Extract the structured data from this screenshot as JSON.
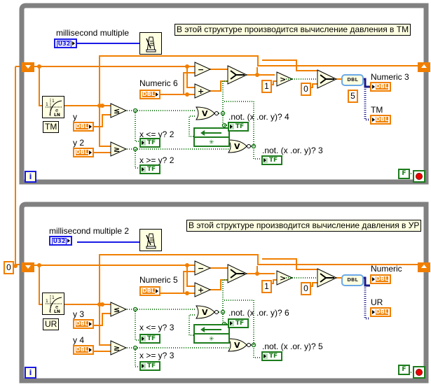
{
  "loops": [
    {
      "comment": "В этой структуре производится вычисление давления в ТМ",
      "wait_control_label": "millisecond multiple",
      "wait_control_type": "U32",
      "numeric_control_label": "Numeric 6",
      "y_control_label": "y",
      "y2_control_label": "y 2",
      "subvi_caption": "TM",
      "const_1": "1",
      "const_0": "0",
      "const_5": "5",
      "out_numeric_label": "Numeric 3",
      "out_tm_label": "TM",
      "le_indicator_label": "x <= y? 2",
      "ge_indicator_label": "x >= y? 2",
      "nor_indicator_a_label": ".not. (x .or. y)? 4",
      "nor_indicator_b_label": ".not. (x .or. y)? 3",
      "stop_const": "F",
      "iteration_label": "i",
      "dbl": "DBL",
      "tf": "TF"
    },
    {
      "comment": "В этой структуре производится вычисление давления в УР",
      "wait_control_label": "millisecond multiple 2",
      "wait_control_type": "U32",
      "numeric_control_label": "Numeric 5",
      "y_control_label": "y 3",
      "y2_control_label": "y 4",
      "subvi_caption": "UR",
      "const_1": "1",
      "const_0": "0",
      "out_numeric_label": "Numeric",
      "out_tm_label": "UR",
      "le_indicator_label": "x <= y? 3",
      "ge_indicator_label": "x >= y? 3",
      "nor_indicator_a_label": ".not. (x .or. y)? 6",
      "nor_indicator_b_label": ".not. (x .or. y)? 5",
      "stop_const": "F",
      "iteration_label": "i",
      "dbl": "DBL",
      "tf": "TF"
    }
  ],
  "shift_register_init": "0",
  "colors": {
    "numeric_wire": "#f07f00",
    "boolean_wire": "#1c7c1c",
    "u32_wire": "#1a1ae6",
    "loop_border": "#808080",
    "node_fill": "#ffffe1"
  }
}
